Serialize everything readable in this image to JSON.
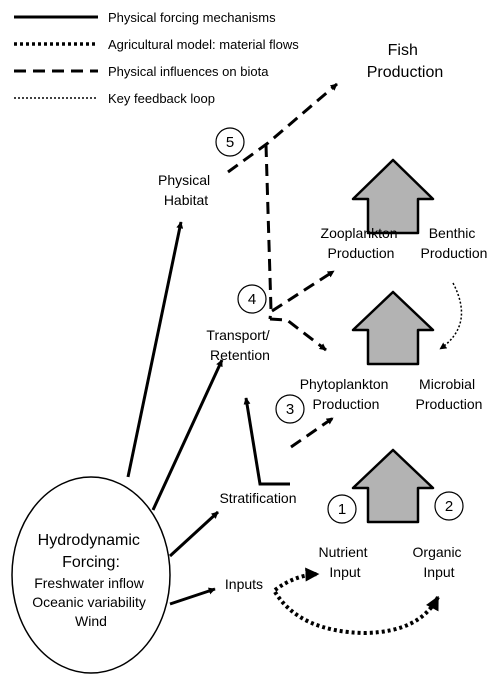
{
  "legend": [
    {
      "style": "solid",
      "label": "Physical forcing mechanisms"
    },
    {
      "style": "dotted-heavy",
      "label": "Agricultural model: material flows"
    },
    {
      "style": "dashed",
      "label": "Physical influences on biota"
    },
    {
      "style": "dotted-light",
      "label": "Key feedback loop"
    }
  ],
  "nodes": {
    "fish": [
      "Fish",
      "Production"
    ],
    "physical_habitat": [
      "Physical",
      "Habitat"
    ],
    "zooplankton": [
      "Zooplankton",
      "Production"
    ],
    "benthic": [
      "Benthic",
      "Production"
    ],
    "transport": [
      "Transport/",
      "Retention"
    ],
    "phytoplankton": [
      "Phytoplankton",
      "Production"
    ],
    "microbial": [
      "Microbial",
      "Production"
    ],
    "stratification": "Stratification",
    "hydrodynamic_title": [
      "Hydrodynamic",
      "Forcing:"
    ],
    "hydrodynamic_items": [
      "Freshwater inflow",
      "Oceanic variability",
      "Wind"
    ],
    "inputs": "Inputs",
    "nutrient": [
      "Nutrient",
      "Input"
    ],
    "organic": [
      "Organic",
      "Input"
    ]
  },
  "markers": [
    "1",
    "2",
    "3",
    "4",
    "5"
  ],
  "colors": {
    "house_fill": "#b3b3b3",
    "stroke": "#000000"
  }
}
